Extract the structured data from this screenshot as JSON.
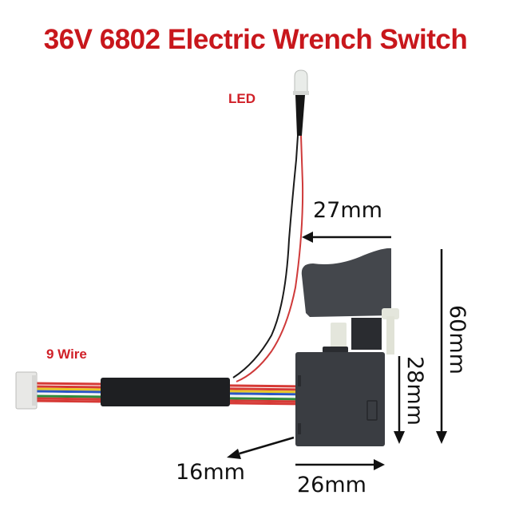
{
  "title": "36V  6802 Electric Wrench Switch",
  "labels": {
    "led": "LED",
    "wire": "9 Wire"
  },
  "dimensions": {
    "lead_offset": "27mm",
    "total_height": "60mm",
    "body_height": "28mm",
    "depth": "16mm",
    "width": "26mm"
  },
  "colors": {
    "title": "#c8171c",
    "label": "#d02028",
    "switch_body": "#3a3d42",
    "trigger": "#44474c",
    "plunger": "#e4e6dc",
    "connector": "#e8e8e6",
    "sleeve": "#1e1f22"
  },
  "wire_colors": [
    "#d63a36",
    "#d63a36",
    "#e8c628",
    "#2a55c4",
    "#ffffff",
    "#2f8a3c",
    "#d63a36",
    "#d63a36",
    "#d63a36"
  ]
}
